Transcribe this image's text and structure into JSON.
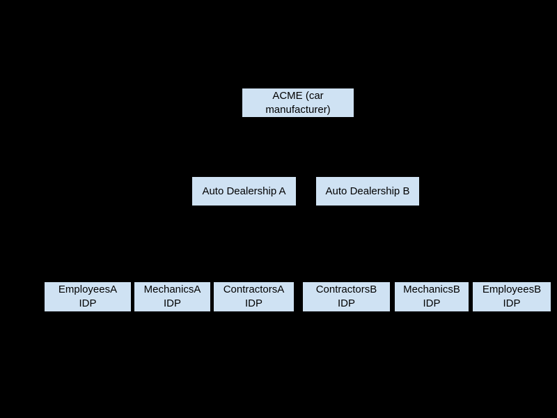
{
  "colors": {
    "background": "#000000",
    "node_fill": "#cfe2f3",
    "node_text": "#000000"
  },
  "nodes": {
    "acme": {
      "line1": "ACME (car",
      "line2": "manufacturer)"
    },
    "dealership_a": {
      "line1": "Auto Dealership A"
    },
    "dealership_b": {
      "line1": "Auto Dealership B"
    },
    "employees_a": {
      "line1": "EmployeesA",
      "line2": "IDP"
    },
    "mechanics_a": {
      "line1": "MechanicsA",
      "line2": "IDP"
    },
    "contractors_a": {
      "line1": "ContractorsA",
      "line2": "IDP"
    },
    "contractors_b": {
      "line1": "ContractorsB",
      "line2": "IDP"
    },
    "mechanics_b": {
      "line1": "MechanicsB",
      "line2": "IDP"
    },
    "employees_b": {
      "line1": "EmployeesB",
      "line2": "IDP"
    }
  }
}
